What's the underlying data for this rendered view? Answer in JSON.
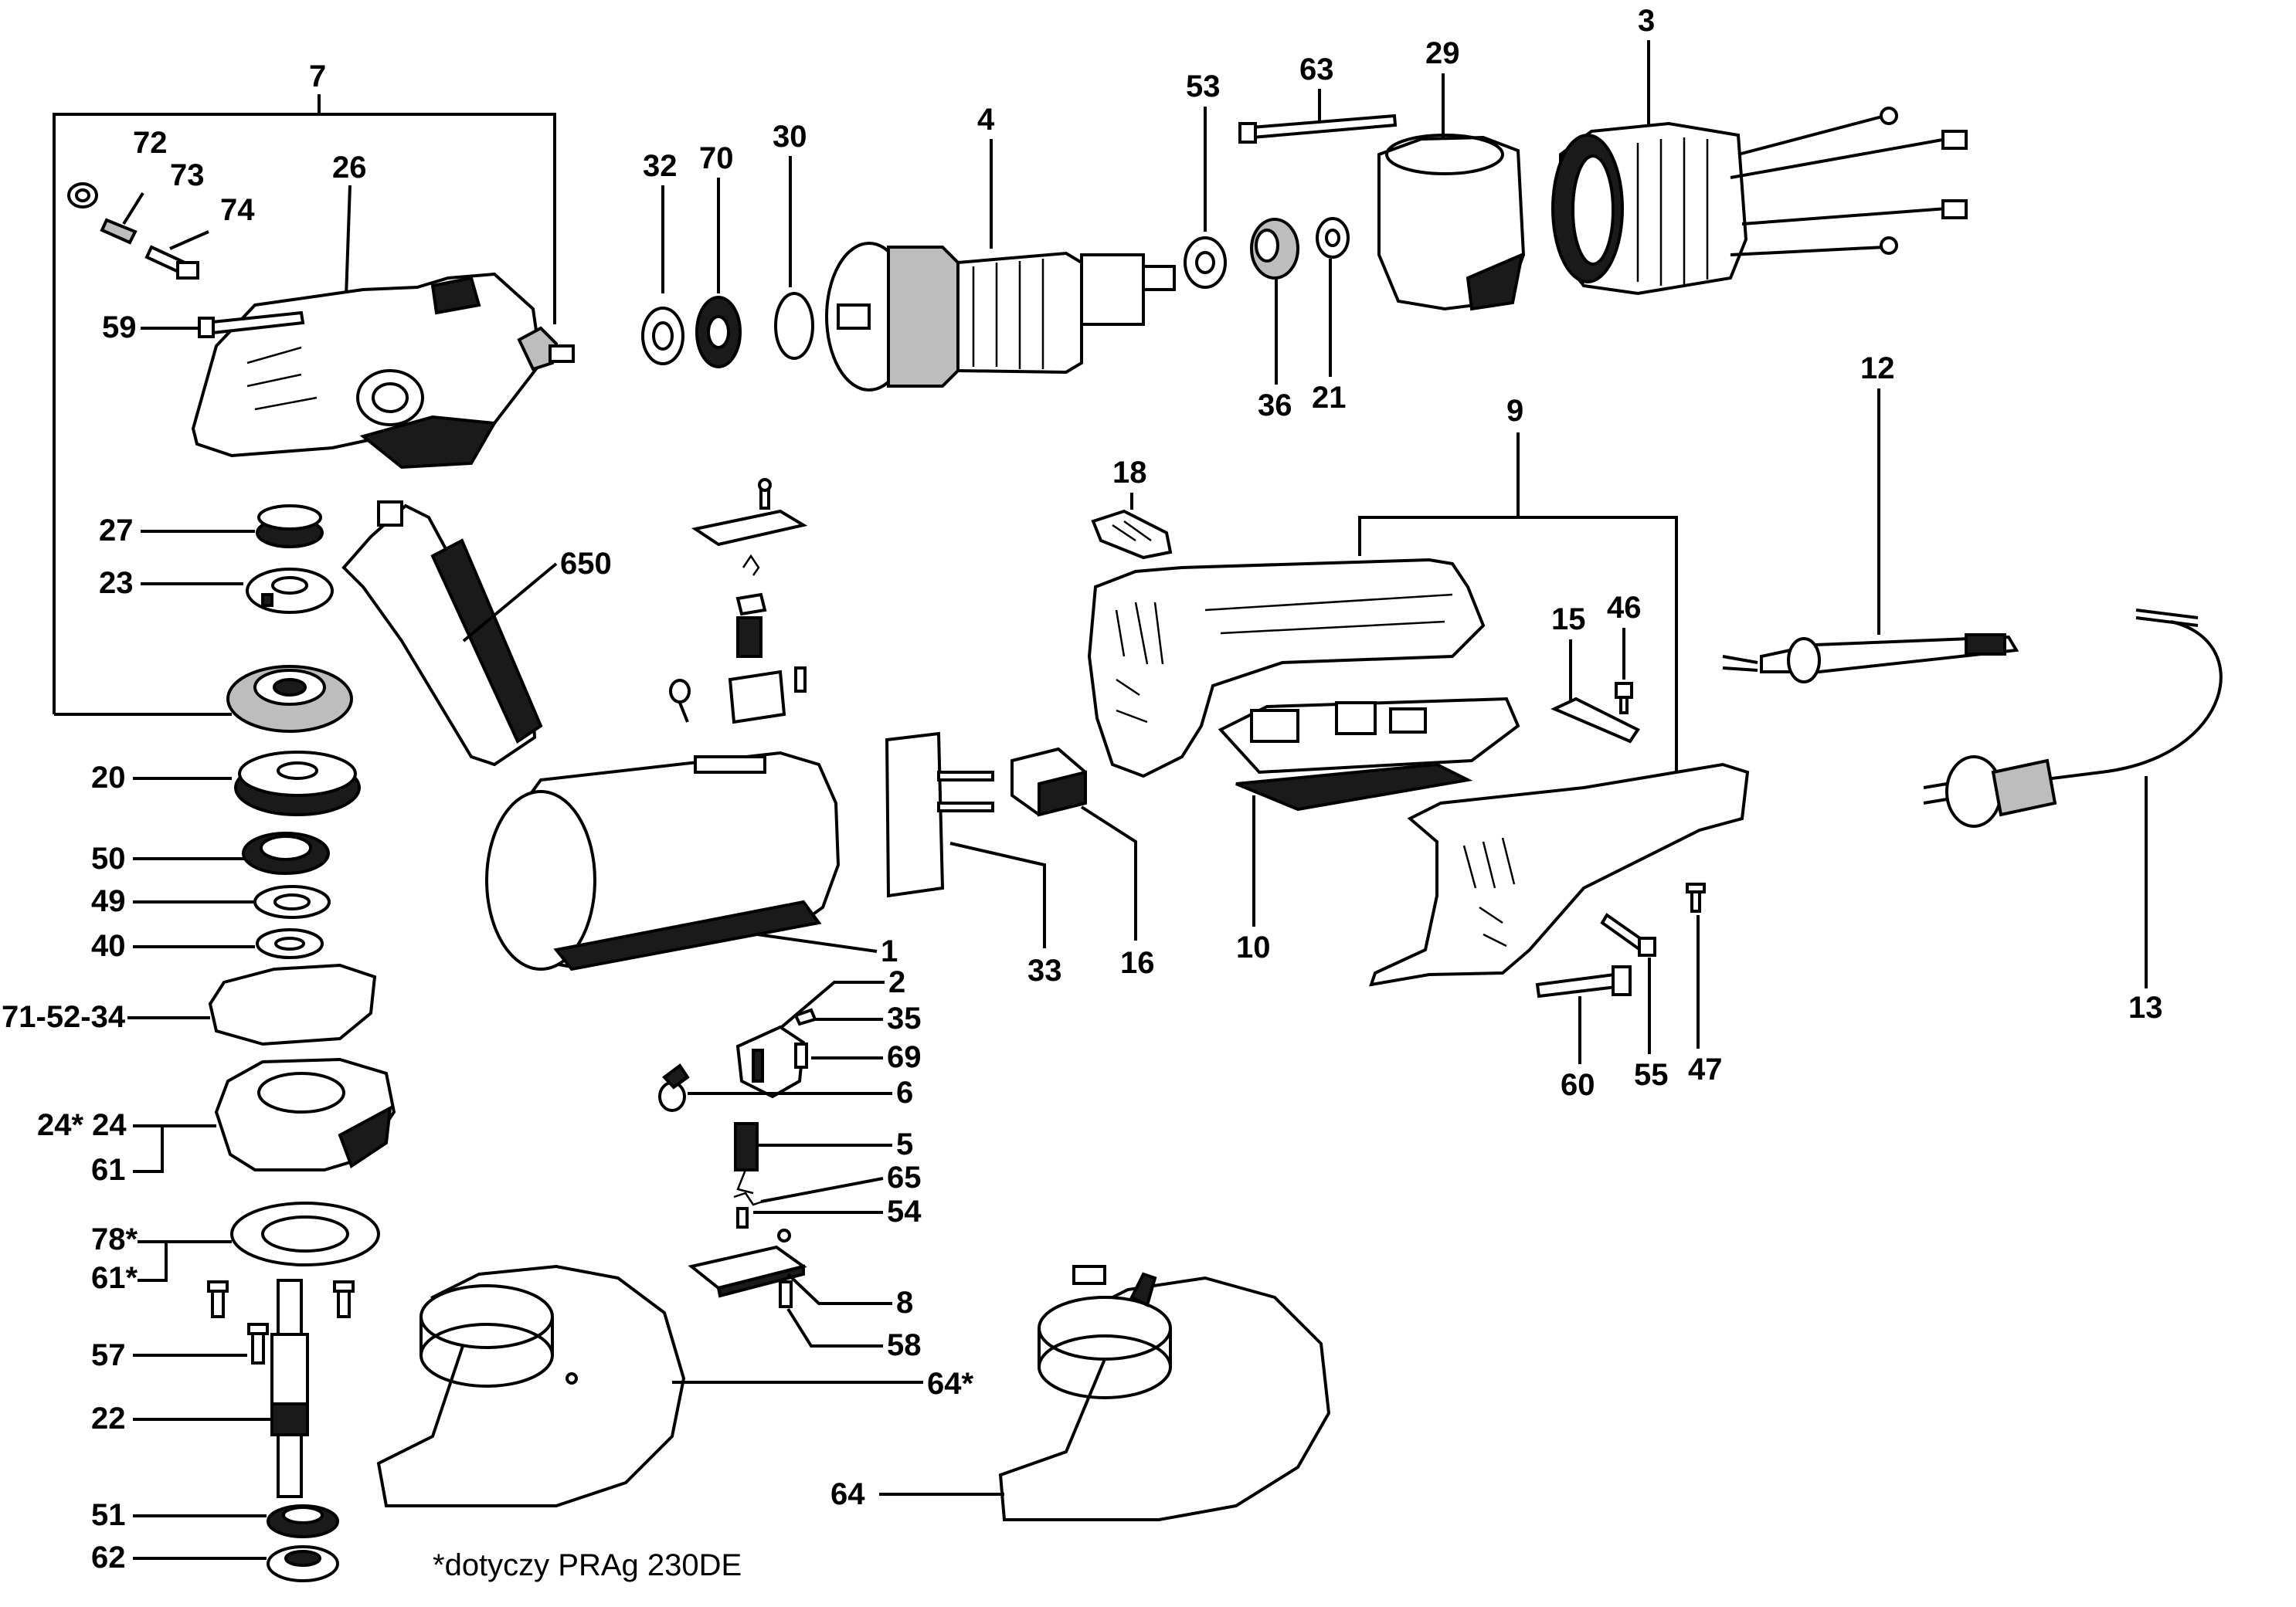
{
  "labels": {
    "l7": "7",
    "l72": "72",
    "l73": "73",
    "l74": "74",
    "l26": "26",
    "l59": "59",
    "l27": "27",
    "l23": "23",
    "l650": "650",
    "l20": "20",
    "l50": "50",
    "l49": "49",
    "l40": "40",
    "l715234": "71-52-34",
    "l24s24": "24* 24",
    "l61": "61",
    "l78s": "78*",
    "l61s": "61*",
    "l57": "57",
    "l22": "22",
    "l51": "51",
    "l62": "62",
    "l32": "32",
    "l70": "70",
    "l30": "30",
    "l4": "4",
    "l53": "53",
    "l63": "63",
    "l29": "29",
    "l3": "3",
    "l36": "36",
    "l21": "21",
    "l18": "18",
    "l9": "9",
    "l12": "12",
    "l15": "15",
    "l46": "46",
    "l1": "1",
    "l2": "2",
    "l35": "35",
    "l69": "69",
    "l6": "6",
    "l5": "5",
    "l65": "65",
    "l54": "54",
    "l8": "8",
    "l58": "58",
    "l64s": "64*",
    "l64": "64",
    "l33": "33",
    "l16": "16",
    "l10": "10",
    "l60": "60",
    "l55": "55",
    "l47": "47",
    "l13": "13"
  },
  "footnote": "*dotyczy PRAg 230DE"
}
